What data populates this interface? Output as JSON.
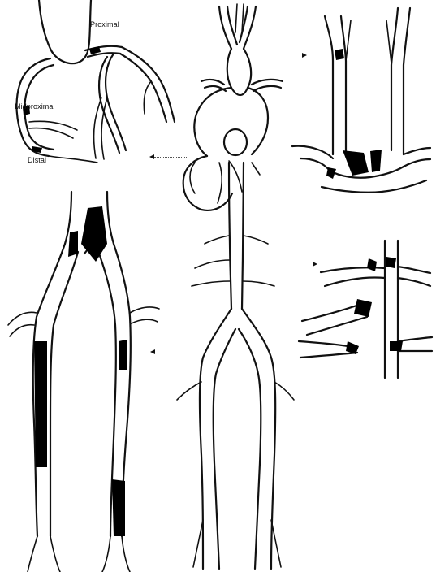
{
  "figure": {
    "labels": {
      "proximal": "Proximal",
      "midproximal": "Midproximal",
      "distal": "Distal"
    },
    "panels": [
      "coronary-arteries",
      "aorta-overview",
      "carotid-bifurcation",
      "renal-arteries",
      "iliac-femoral-arteries"
    ],
    "colors": {
      "vessel_outline": "#111111",
      "plaque": "#000000",
      "background": "#ffffff"
    }
  }
}
